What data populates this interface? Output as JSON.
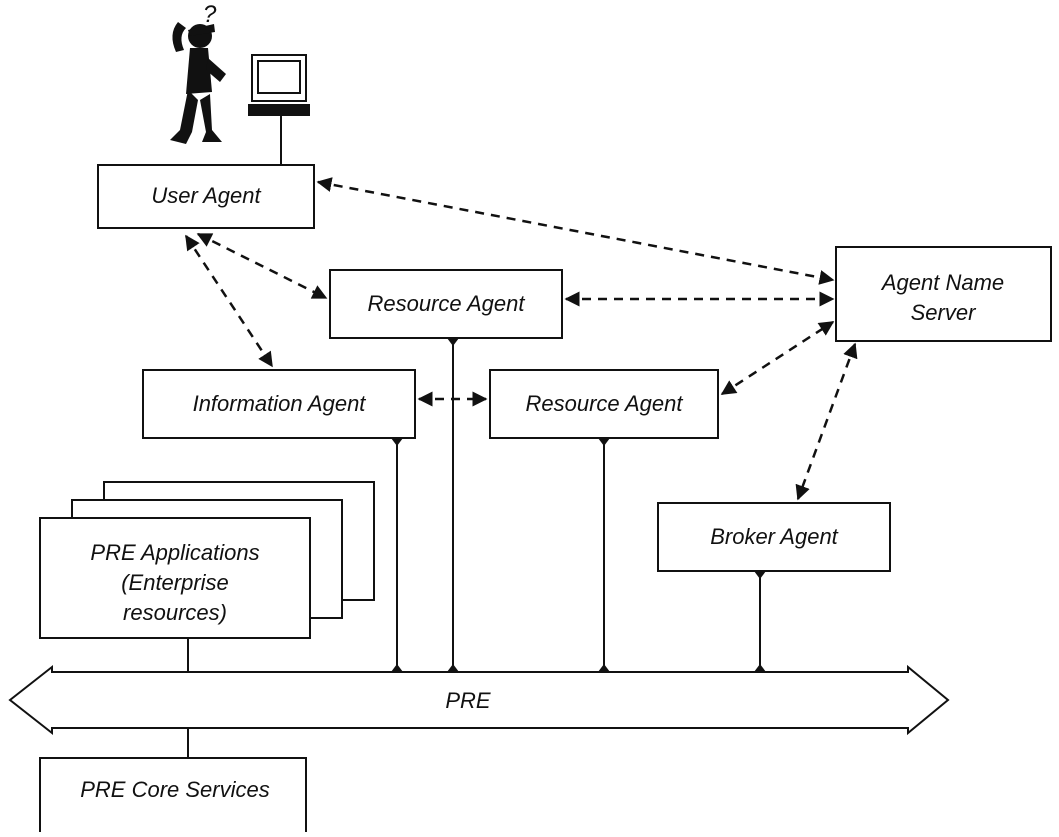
{
  "nodes": {
    "user_agent": "User Agent",
    "resource_agent_top": "Resource Agent",
    "agent_name_server_line1": "Agent Name",
    "agent_name_server_line2": "Server",
    "information_agent": "Information Agent",
    "resource_agent_mid": "Resource Agent",
    "broker_agent": "Broker Agent",
    "pre_applications_line1": "PRE Applications",
    "pre_applications_line2": "(Enterprise",
    "pre_applications_line3": "resources)",
    "pre_bus": "PRE",
    "pre_core_services": "PRE Core Services"
  },
  "icons": {
    "user": "confused-person-icon",
    "question_mark": "?",
    "computer": "computer-terminal-icon"
  },
  "colors": {
    "line": "#111111",
    "background": "#ffffff"
  }
}
